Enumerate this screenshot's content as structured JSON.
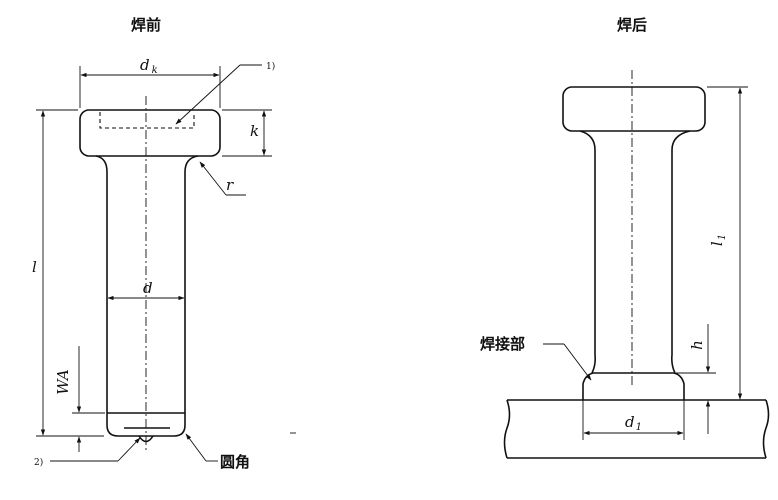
{
  "before": {
    "title": "焊前",
    "dim_dk": "d",
    "dim_dk_sub": "k",
    "note_1": "1)",
    "dim_k": "k",
    "dim_r": "r",
    "dim_l": "l",
    "dim_d": "d",
    "dim_WA": "WA",
    "note_2": "2)",
    "label_round": "圆角"
  },
  "after": {
    "title": "焊后",
    "dim_l1": "l",
    "dim_l1_sub": "1",
    "dim_h": "h",
    "dim_d1": "d",
    "dim_d1_sub": "1",
    "label_weld": "焊接部"
  }
}
